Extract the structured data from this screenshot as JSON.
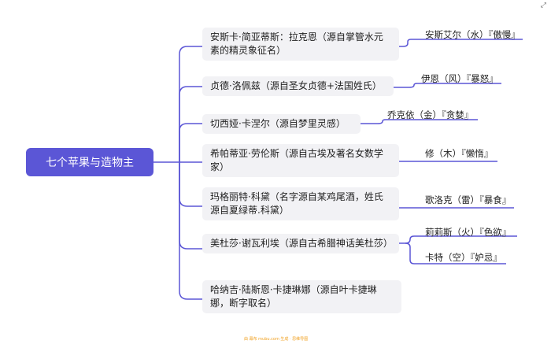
{
  "root": {
    "label": "七个苹果与造物主"
  },
  "branches": [
    {
      "label": "安斯卡·简亚蒂斯：拉克恩（源自掌管水元素的精灵象征名）",
      "leaves": [
        "安斯艾尔（水）『傲慢』"
      ]
    },
    {
      "label": "贞德·洛佩兹（源自圣女贞德+法国姓氏）",
      "leaves": [
        "伊恩（风）『暴怒』"
      ]
    },
    {
      "label": "切西娅·卡涅尔（源自梦里灵感）",
      "leaves": [
        "乔克依（金）『贪婪』"
      ]
    },
    {
      "label": "希帕蒂亚·劳伦斯（源自古埃及著名女数学家）",
      "leaves": [
        "修（木）『懒惰』"
      ]
    },
    {
      "label": "玛格丽特·科黛（名字源自某鸡尾酒，姓氏源自夏绿蒂.科黛）",
      "leaves": [
        "歌洛克（雷）『暴食』"
      ]
    },
    {
      "label": "美杜莎·谢瓦利埃（源自古希腊神话美杜莎）",
      "leaves": [
        "莉莉斯（火）『色欲』",
        "卡特（空）『妒忌』"
      ]
    },
    {
      "label": "哈纳吉·陆斯恩·卡捷琳娜（源自叶卡捷琳娜，断字取名）",
      "leaves": []
    }
  ],
  "watermark": "由 幕布 mubu.com 生成 · 思维导图",
  "colors": {
    "line": "#5b56d6",
    "root_bg": "#5b56d6",
    "branch_bg": "#f2f2f5"
  },
  "icons": {
    "corner": "expand-icon"
  }
}
